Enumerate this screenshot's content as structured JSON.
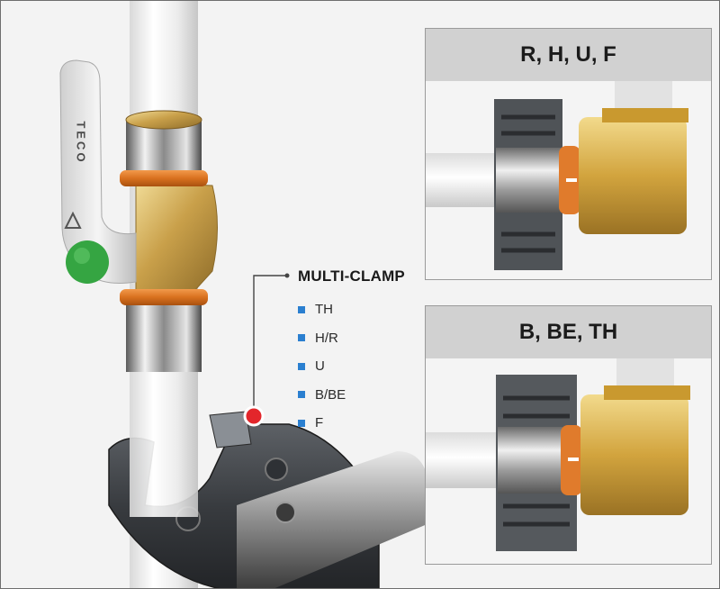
{
  "colors": {
    "accent_blue": "#2a7fd0",
    "marker_red": "#e3262b",
    "ring_orange": "#e07b2c",
    "brass": "#d8b24a",
    "handle_green": "#35a542",
    "panel_header": "#d1d1d1"
  },
  "valve": {
    "brand": "TECO"
  },
  "callout": {
    "title": "MULTI-CLAMP",
    "items": [
      {
        "label": "TH"
      },
      {
        "label": "H/R"
      },
      {
        "label": "U"
      },
      {
        "label": "B/BE"
      },
      {
        "label": "F"
      }
    ]
  },
  "panels": [
    {
      "header": "R, H, U, F"
    },
    {
      "header": "B, BE, TH"
    }
  ]
}
